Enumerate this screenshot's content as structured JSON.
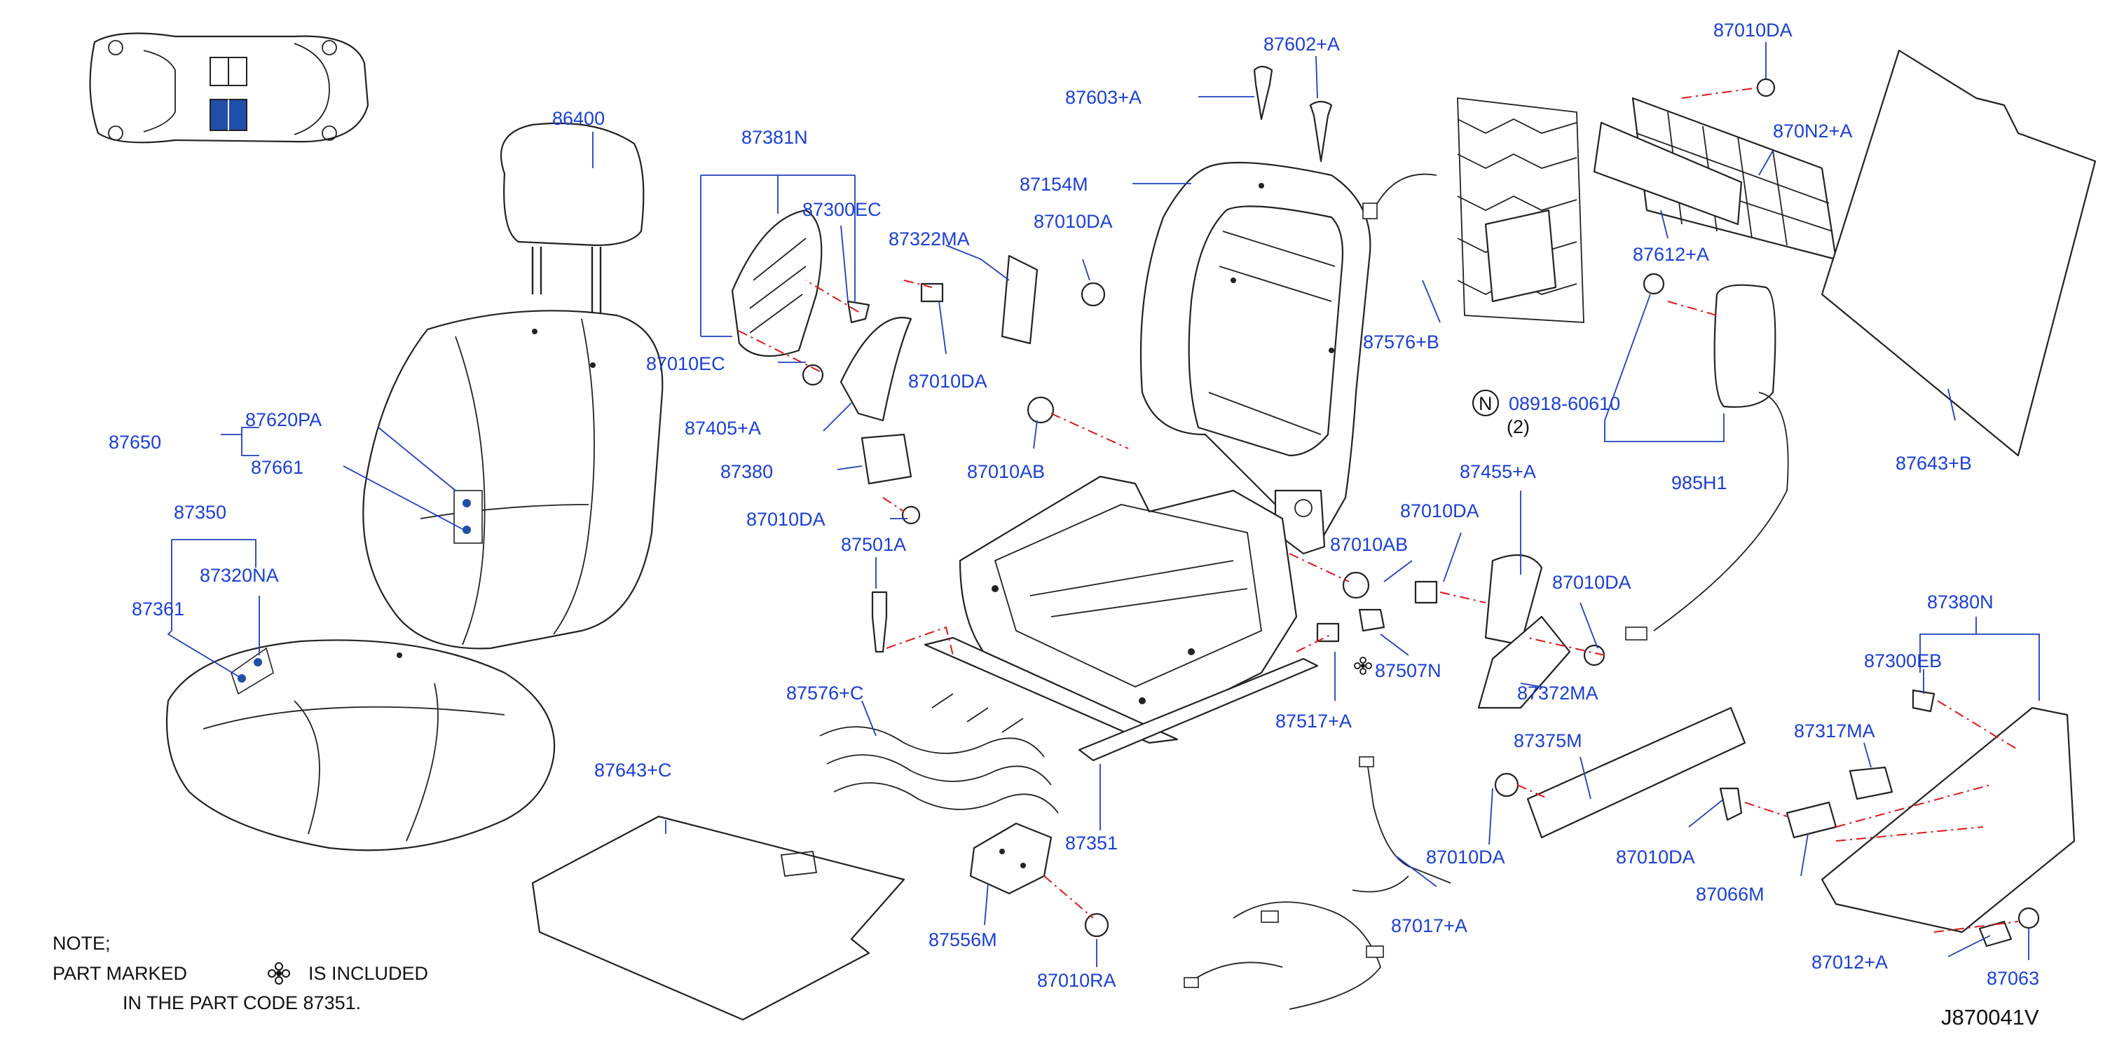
{
  "diagram": {
    "code": "J870041V",
    "note": {
      "line1": "NOTE;",
      "line2a": "PART   MARKED",
      "line2b": "IS   INCLUDED",
      "line3": "IN   THE   PART   CODE   87351.",
      "symbol_icon": "asterisk-flower-icon"
    },
    "labels": {
      "l86400": "86400",
      "l87381N": "87381N",
      "l87300EC": "87300EC",
      "l87010EC": "87010EC",
      "l87322MA": "87322MA",
      "l87010DA_a": "87010DA",
      "l87010DA_b": "87010DA",
      "l87405A": "87405+A",
      "l87380": "87380",
      "l87010DA_c": "87010DA",
      "l87501A": "87501A",
      "l87603A": "87603+A",
      "l87602A": "87602+A",
      "l87154M": "87154M",
      "l87010AB_a": "87010AB",
      "l87576B": "87576+B",
      "l87010DA_top": "87010DA",
      "l870N2A": "870N2+A",
      "l87612A": "87612+A",
      "l87643B": "87643+B",
      "l08918_n": "N",
      "l08918": "08918-60610",
      "l08918_qty": "(2)",
      "l985H1": "985H1",
      "l87620PA": "87620PA",
      "l87650": "87650",
      "l87661": "87661",
      "l87350": "87350",
      "l87320NA": "87320NA",
      "l87361": "87361",
      "l87455A": "87455+A",
      "l87010DA_d": "87010DA",
      "l87010AB_b": "87010AB",
      "l87010DA_e": "87010DA",
      "l87507N": "87507N",
      "l87372MA": "87372MA",
      "l87517A": "87517+A",
      "l87576C": "87576+C",
      "l87643C": "87643+C",
      "l87351": "87351",
      "l87556M": "87556M",
      "l87010RA": "87010RA",
      "l87010DA_f": "87010DA",
      "l87017A": "87017+A",
      "l87375M": "87375M",
      "l87010DA_g": "87010DA",
      "l87380N": "87380N",
      "l87300EB": "87300EB",
      "l87317MA": "87317MA",
      "l87066M": "87066M",
      "l87012A": "87012+A",
      "l87063": "87063"
    },
    "colors": {
      "label": "#1a3fd6",
      "leader": "#1f3fbf",
      "assembly_dash": "#e01818",
      "locator_highlight": "#1f4fa8",
      "line": "#222222"
    }
  }
}
